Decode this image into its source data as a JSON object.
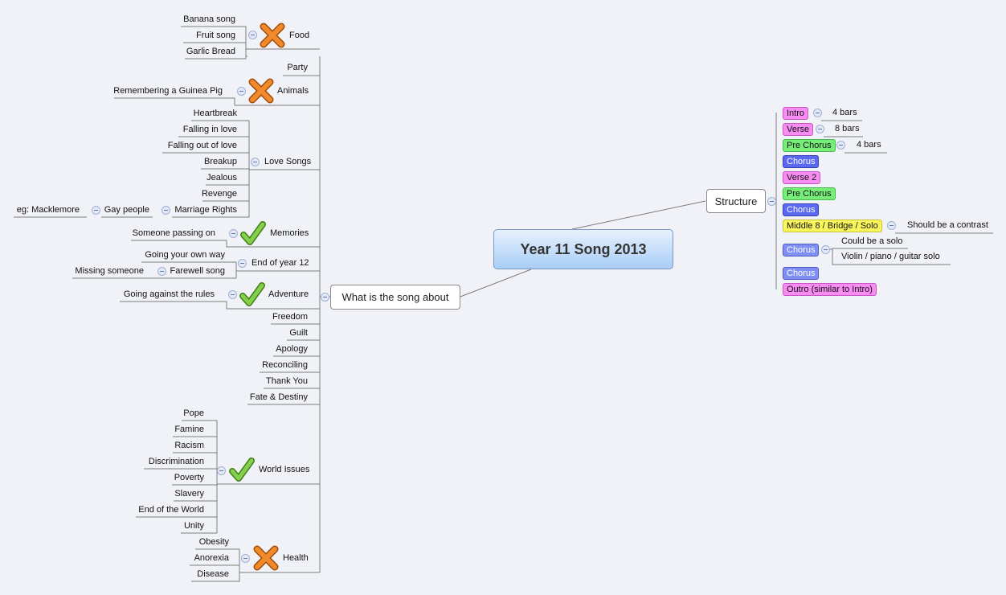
{
  "central": {
    "title": "Year 11 Song 2013"
  },
  "song_about": {
    "label": "What is the song about"
  },
  "structure": {
    "label": "Structure"
  },
  "food": {
    "label": "Food",
    "items": [
      "Banana song",
      "Fruit song",
      "Garlic Bread"
    ]
  },
  "party": {
    "label": "Party"
  },
  "animals": {
    "label": "Animals",
    "items": [
      "Remembering a Guinea Pig"
    ]
  },
  "love": {
    "label": "Love Songs",
    "items": [
      "Heartbreak",
      "Falling in love",
      "Falling out of love",
      "Breakup",
      "Jealous",
      "Revenge",
      "Marriage Rights"
    ],
    "gay": "Gay people",
    "example": "eg: Macklemore"
  },
  "memories": {
    "label": "Memories",
    "items": [
      "Someone passing on"
    ]
  },
  "end_year": {
    "label": "End of year 12",
    "items": [
      "Going your own way",
      "Farewell song"
    ],
    "missing": "Missing someone"
  },
  "adventure": {
    "label": "Adventure",
    "items": [
      "Going against the rules"
    ]
  },
  "topics": [
    "Freedom",
    "Guilt",
    "Apology",
    "Reconciling",
    "Thank You",
    "Fate & Destiny"
  ],
  "world": {
    "label": "World Issues",
    "items": [
      "Pope",
      "Famine",
      "Racism",
      "Discrimination",
      "Poverty",
      "Slavery",
      "End of the World",
      "Unity"
    ]
  },
  "health": {
    "label": "Health",
    "items": [
      "Obesity",
      "Anorexia",
      "Disease"
    ]
  },
  "structure_items": {
    "intro": "Intro",
    "intro_bars": "4 bars",
    "verse": "Verse",
    "verse_bars": "8 bars",
    "pre_chorus": "Pre Chorus",
    "pre_chorus_bars": "4 bars",
    "chorus": "Chorus",
    "verse2": "Verse 2",
    "middle8": "Middle 8 / Bridge / Solo",
    "contrast": "Should be a contrast",
    "solo_note": "Could be a solo",
    "instruments": "Violin / piano / guitar solo",
    "outro": "Outro (similar to Intro)"
  },
  "colors": {
    "line": "#7d7d7d",
    "central_top": "#e6f1fd",
    "central_bottom": "#a9cdf6",
    "pink": "#f88cf2",
    "green": "#77ee7a",
    "blue": "#5b68f0",
    "yellow": "#fbf65a",
    "cross": "#ee7a22",
    "check": "#76c043"
  },
  "icons": {
    "rejected": "cross-icon",
    "approved": "check-icon",
    "collapse": "collapse-icon"
  }
}
